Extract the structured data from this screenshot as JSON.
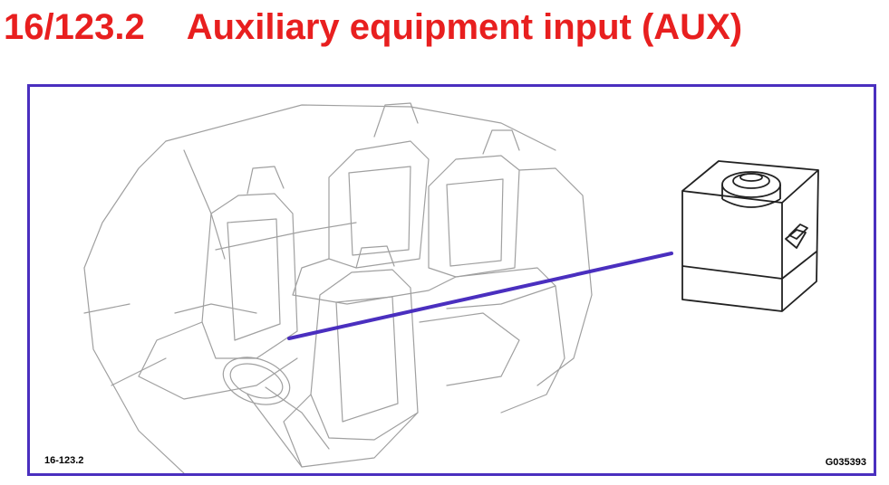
{
  "header": {
    "section_number": "16/123.2",
    "title": "Auxiliary equipment input (AUX)"
  },
  "figure": {
    "caption_left": "16-123.2",
    "caption_right": "G035393"
  },
  "colors": {
    "title": "#e81f1f",
    "frame": "#4a2fbf",
    "leader_line": "#4a2fbf",
    "drawing": "#a0a0a0",
    "component": "#222222"
  }
}
